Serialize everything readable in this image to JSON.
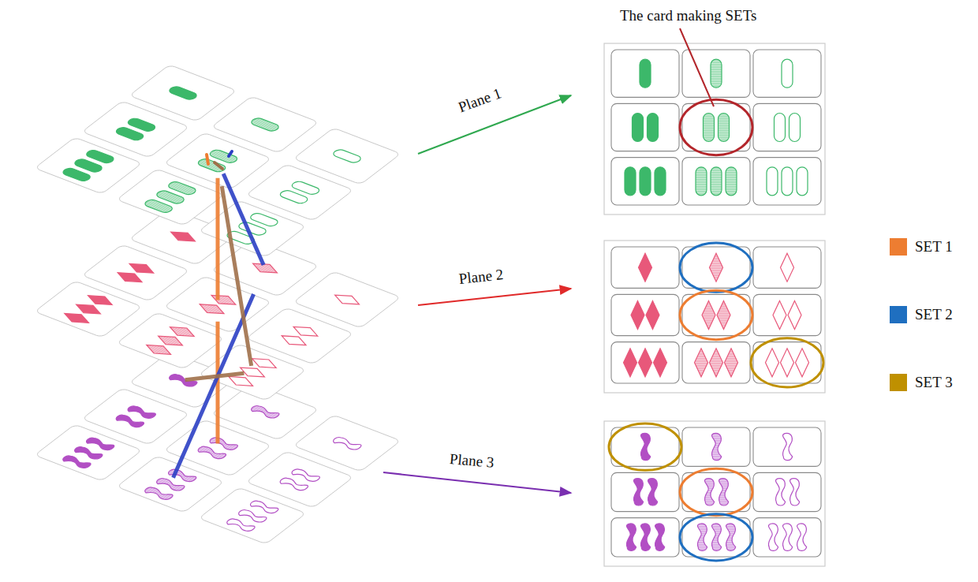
{
  "diagram": {
    "labels": [
      "The card making SETs",
      "Plane 1",
      "Plane 2",
      "Plane 3"
    ],
    "legend": [
      {
        "text": "SET 1",
        "color": "#ed7d31"
      },
      {
        "text": "SET 2",
        "color": "#1f6fc0"
      },
      {
        "text": "SET 3",
        "color": "#bf9000"
      }
    ]
  }
}
